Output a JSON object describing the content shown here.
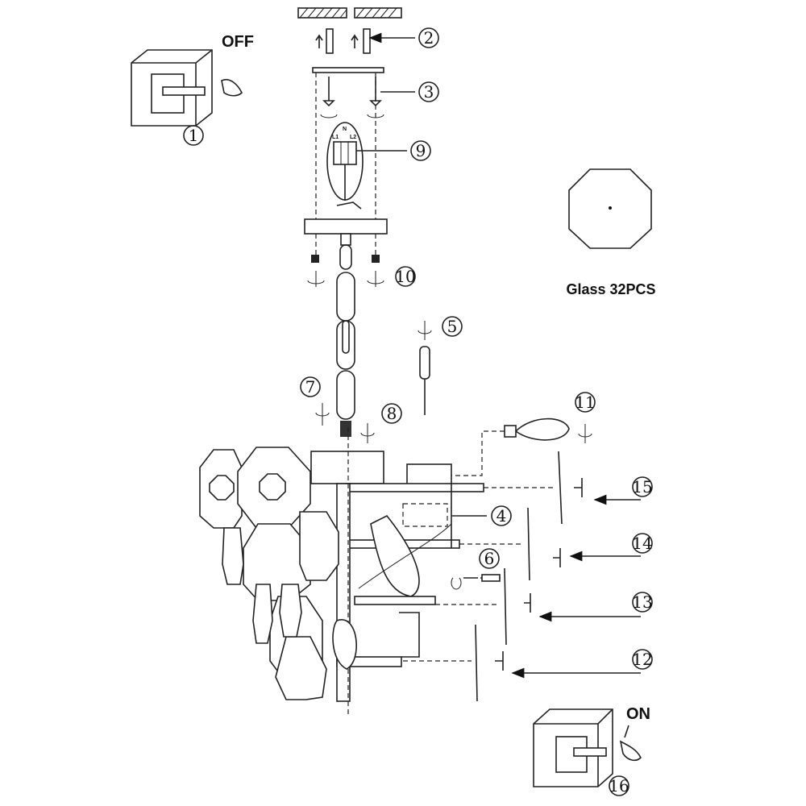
{
  "switch_off": {
    "label": "OFF"
  },
  "switch_on": {
    "label": "ON"
  },
  "glass": {
    "label": "Glass 32PCS"
  },
  "connector": {
    "l1": "L1",
    "n": "N",
    "l2": "L2"
  },
  "callouts": [
    "1",
    "2",
    "3",
    "4",
    "5",
    "6",
    "7",
    "8",
    "9",
    "10",
    "11",
    "12",
    "13",
    "14",
    "15",
    "16"
  ]
}
